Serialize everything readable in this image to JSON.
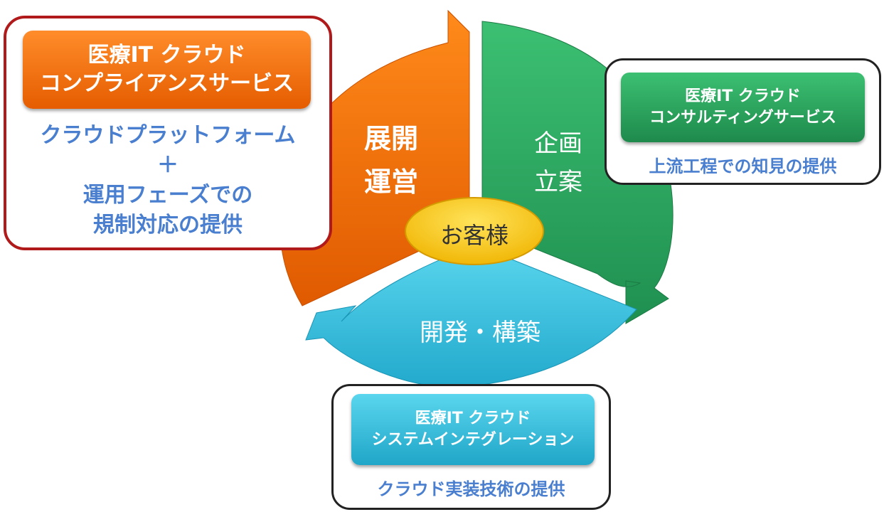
{
  "center": {
    "label": "お客様"
  },
  "segments": {
    "operate": {
      "line1": "展開",
      "line2": "運営",
      "color": "#f07a10"
    },
    "plan": {
      "line1": "企画",
      "line2": "立案",
      "color": "#2aa864"
    },
    "build": {
      "label": "開発・構築",
      "color": "#36c4e0"
    }
  },
  "services": {
    "compliance": {
      "title1": "医療IT クラウド",
      "title2": "コンプライアンスサービス",
      "desc1": "クラウドプラットフォーム",
      "desc2": "＋",
      "desc3": "運用フェーズでの",
      "desc4": "規制対応の提供",
      "border_color": "#b01a1a"
    },
    "consulting": {
      "title1": "医療IT クラウド",
      "title2": "コンサルティングサービス",
      "desc": "上流工程での知見の提供"
    },
    "integration": {
      "title1": "医療IT クラウド",
      "title2": "システムインテグレーション",
      "desc": "クラウド実装技術の提供"
    }
  }
}
